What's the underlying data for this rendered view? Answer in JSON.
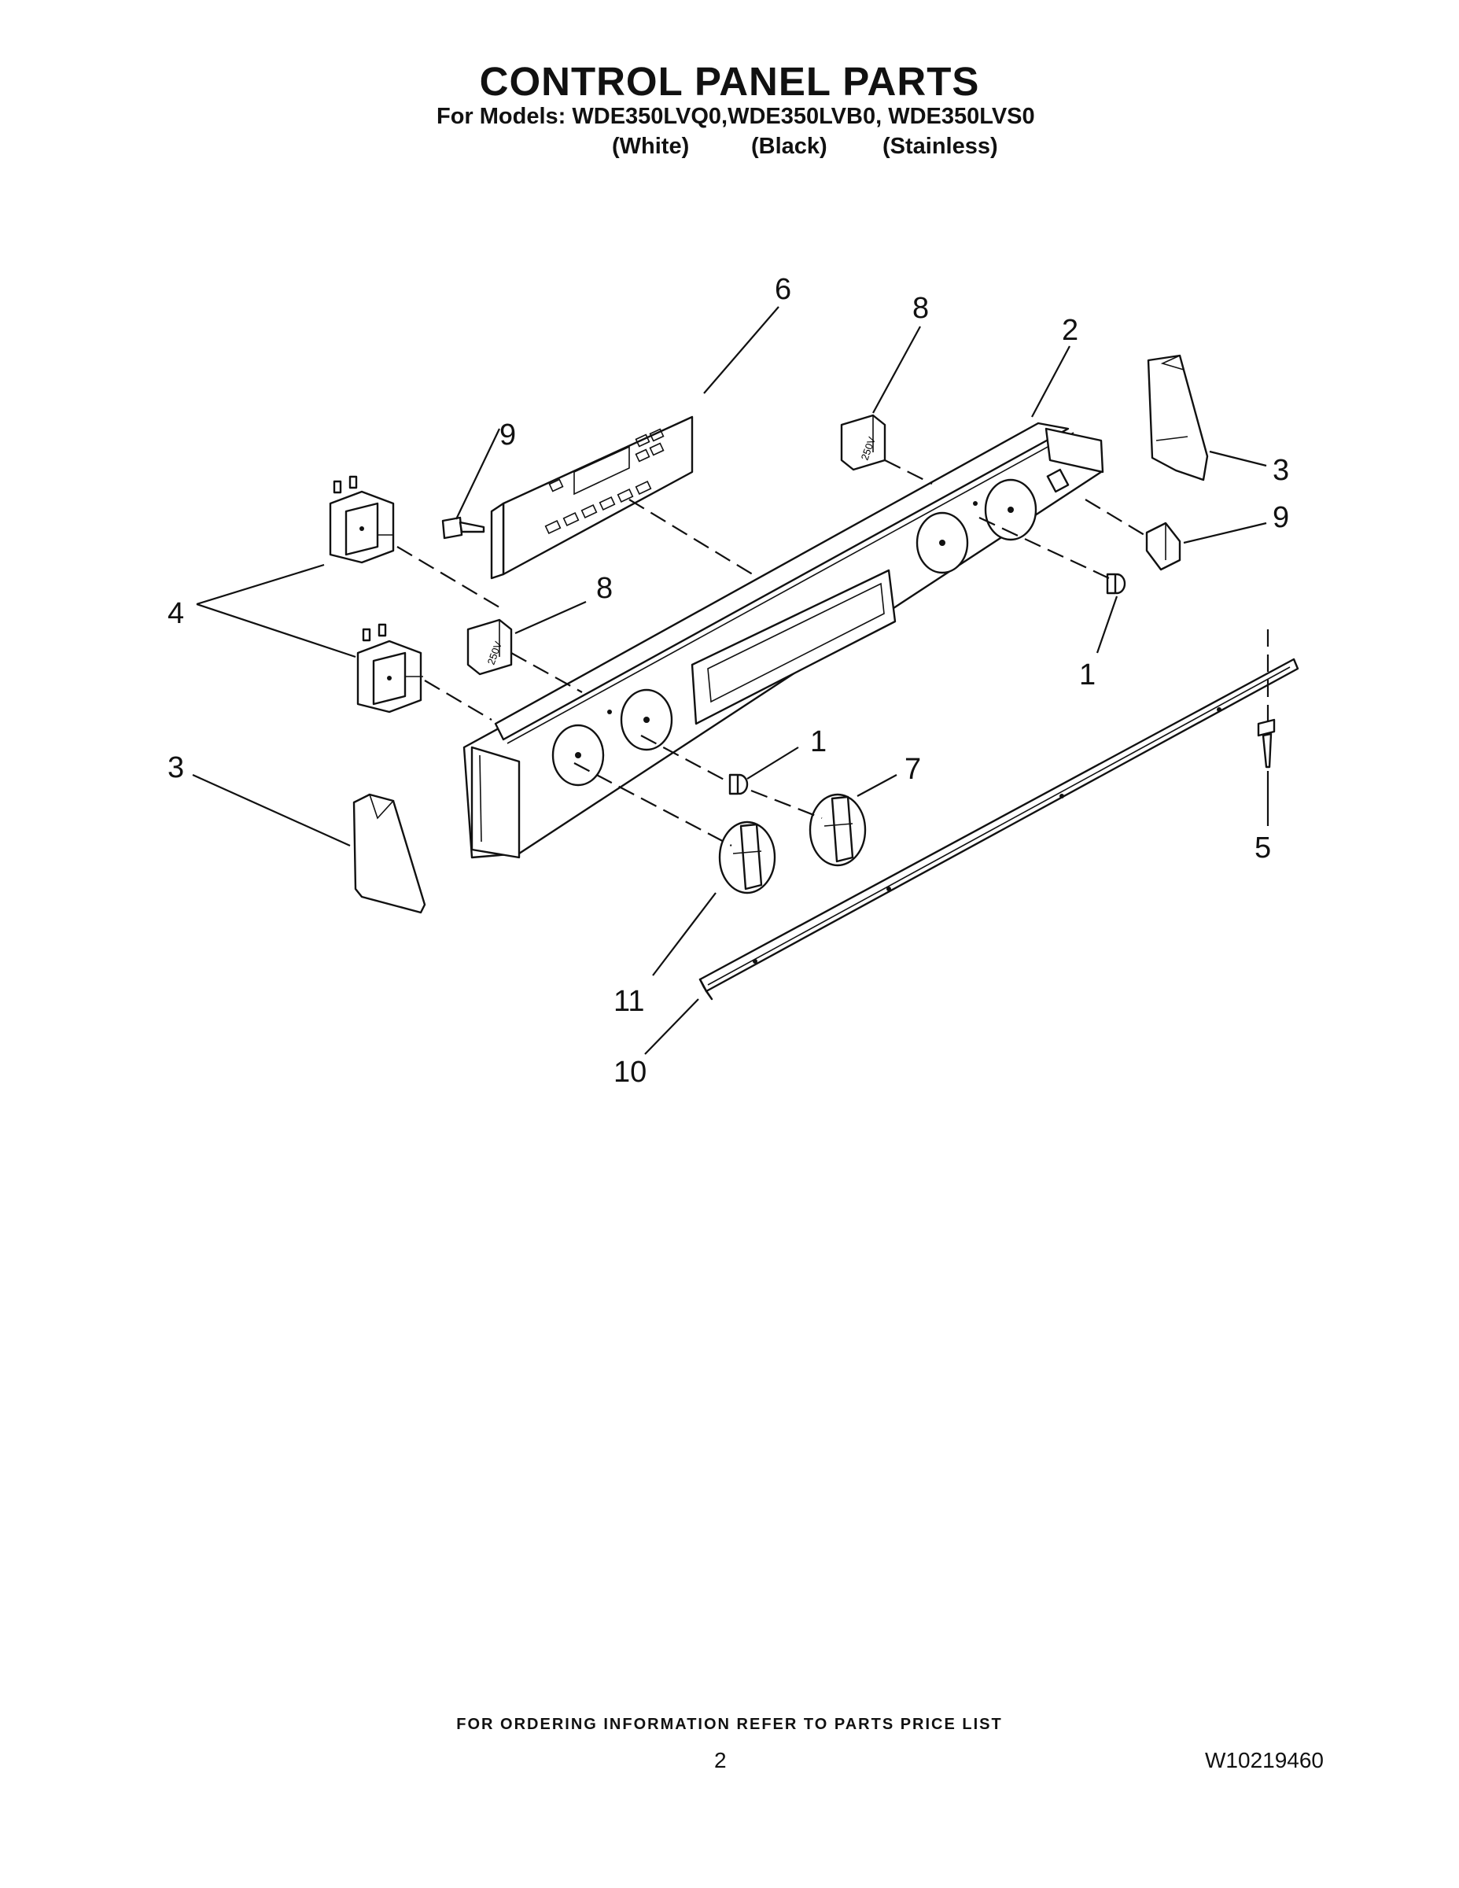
{
  "header": {
    "title": "CONTROL PANEL PARTS",
    "models_line": "For Models: WDE350LVQ0,WDE350LVB0, WDE350LVS0",
    "variants": [
      "(White)",
      "(Black)",
      "(Stainless)"
    ]
  },
  "callouts": {
    "c1a": "1",
    "c1b": "1",
    "c2": "2",
    "c3a": "3",
    "c3b": "3",
    "c4": "4",
    "c5": "5",
    "c6": "6",
    "c7": "7",
    "c8a": "8",
    "c8b": "8",
    "c9a": "9",
    "c9b": "9",
    "c10": "10",
    "c11": "11"
  },
  "labels": {
    "switch_rating": "250V"
  },
  "footer": {
    "ordering_note": "FOR ORDERING INFORMATION REFER TO PARTS PRICE LIST",
    "page_number": "2",
    "document_number": "W10219460"
  }
}
